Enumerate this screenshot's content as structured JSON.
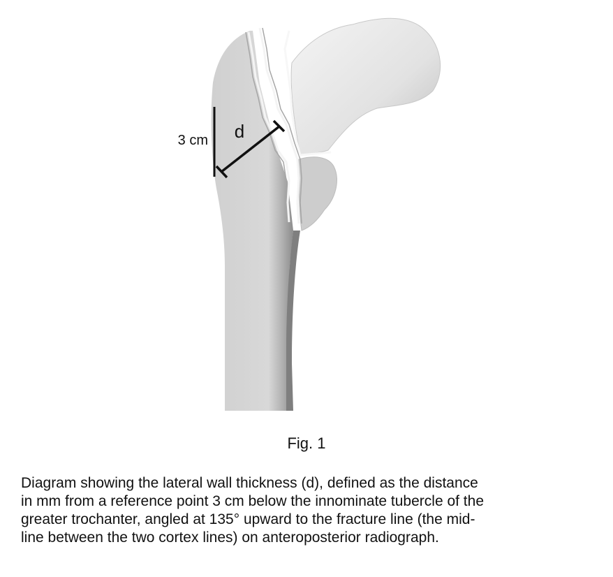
{
  "figure": {
    "measure_label": "3 cm",
    "distance_label": "d",
    "fig_number": "Fig. 1"
  },
  "caption": {
    "lines": [
      "Diagram showing the lateral wall thickness (d), defined as the distance",
      "in mm from a reference point 3 cm below the innominate tubercle of the",
      "greater trochanter, angled at 135° upward to the fracture line (the mid-",
      "line between the two cortex lines) on anteroposterior radiograph."
    ]
  },
  "colors": {
    "bone_fill": "#d3d3d3",
    "bone_shadow": "#a9a9a9",
    "fracture_line": "#f2f2f2",
    "annotation": "#111111",
    "background": "#ffffff"
  }
}
